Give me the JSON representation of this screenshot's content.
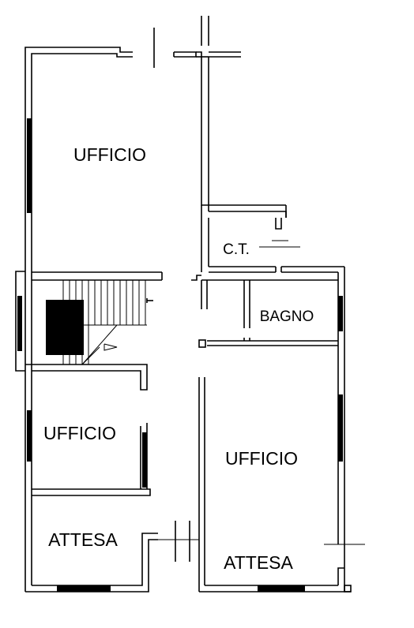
{
  "rooms": {
    "ufficio_top": "UFFICIO",
    "ct": "C.T.",
    "bagno": "BAGNO",
    "ufficio_left": "UFFICIO",
    "ufficio_right": "UFFICIO",
    "attesa_left": "ATTESA",
    "attesa_right": "ATTESA"
  }
}
